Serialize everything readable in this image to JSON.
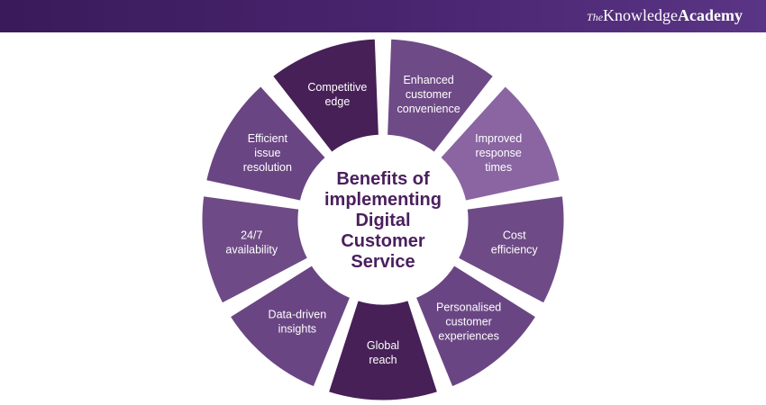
{
  "brand": {
    "prefix": "The",
    "name_regular": "Knowledge",
    "name_bold": "Academy"
  },
  "center_title_lines": [
    "Benefits of",
    "implementing",
    "Digital",
    "Customer",
    "Service"
  ],
  "segments": [
    {
      "lines": [
        "Competitive",
        "edge"
      ],
      "color": "#472057"
    },
    {
      "lines": [
        "Enhanced",
        "customer",
        "convenience"
      ],
      "color": "#6e4a86"
    },
    {
      "lines": [
        "Improved",
        "response",
        "times"
      ],
      "color": "#8a65a2"
    },
    {
      "lines": [
        "Cost",
        "efficiency"
      ],
      "color": "#6e4a86"
    },
    {
      "lines": [
        "Personalised",
        "customer",
        "experiences"
      ],
      "color": "#6a4583"
    },
    {
      "lines": [
        "Global",
        "reach"
      ],
      "color": "#472057"
    },
    {
      "lines": [
        "Data-driven",
        "insights"
      ],
      "color": "#6a4583"
    },
    {
      "lines": [
        "24/7",
        "availability"
      ],
      "color": "#6e4a86"
    },
    {
      "lines": [
        "Efficient",
        "issue",
        "resolution"
      ],
      "color": "#6a4583"
    }
  ]
}
